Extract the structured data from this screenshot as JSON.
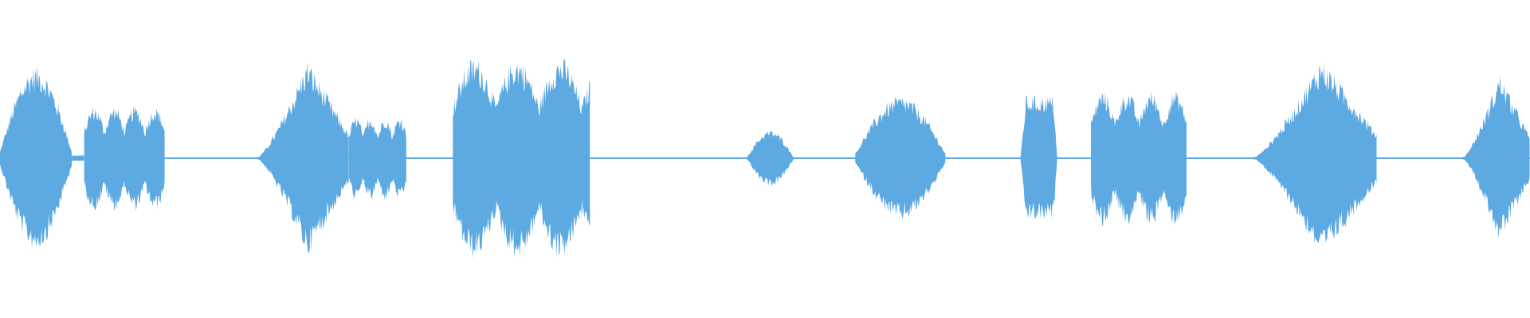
{
  "waveform": {
    "color": "#5DA9E1",
    "background": "#FFFFFF",
    "segments": [
      {
        "start": 0.0,
        "end": 0.047,
        "peak": 0.92,
        "shape": "swell"
      },
      {
        "start": 0.047,
        "end": 0.055,
        "peak": 0.06,
        "shape": "dip"
      },
      {
        "start": 0.055,
        "end": 0.108,
        "peak": 0.52,
        "shape": "comb"
      },
      {
        "start": 0.168,
        "end": 0.228,
        "peak": 0.98,
        "shape": "rise"
      },
      {
        "start": 0.228,
        "end": 0.266,
        "peak": 0.42,
        "shape": "comb"
      },
      {
        "start": 0.296,
        "end": 0.386,
        "peak": 1.0,
        "shape": "dense"
      },
      {
        "start": 0.488,
        "end": 0.519,
        "peak": 0.28,
        "shape": "burst"
      },
      {
        "start": 0.559,
        "end": 0.618,
        "peak": 0.62,
        "shape": "swell"
      },
      {
        "start": 0.667,
        "end": 0.691,
        "peak": 0.62,
        "shape": "block"
      },
      {
        "start": 0.713,
        "end": 0.776,
        "peak": 0.67,
        "shape": "comb"
      },
      {
        "start": 0.819,
        "end": 0.9,
        "peak": 1.0,
        "shape": "rise"
      },
      {
        "start": 0.956,
        "end": 1.0,
        "peak": 0.85,
        "shape": "rise"
      }
    ]
  }
}
